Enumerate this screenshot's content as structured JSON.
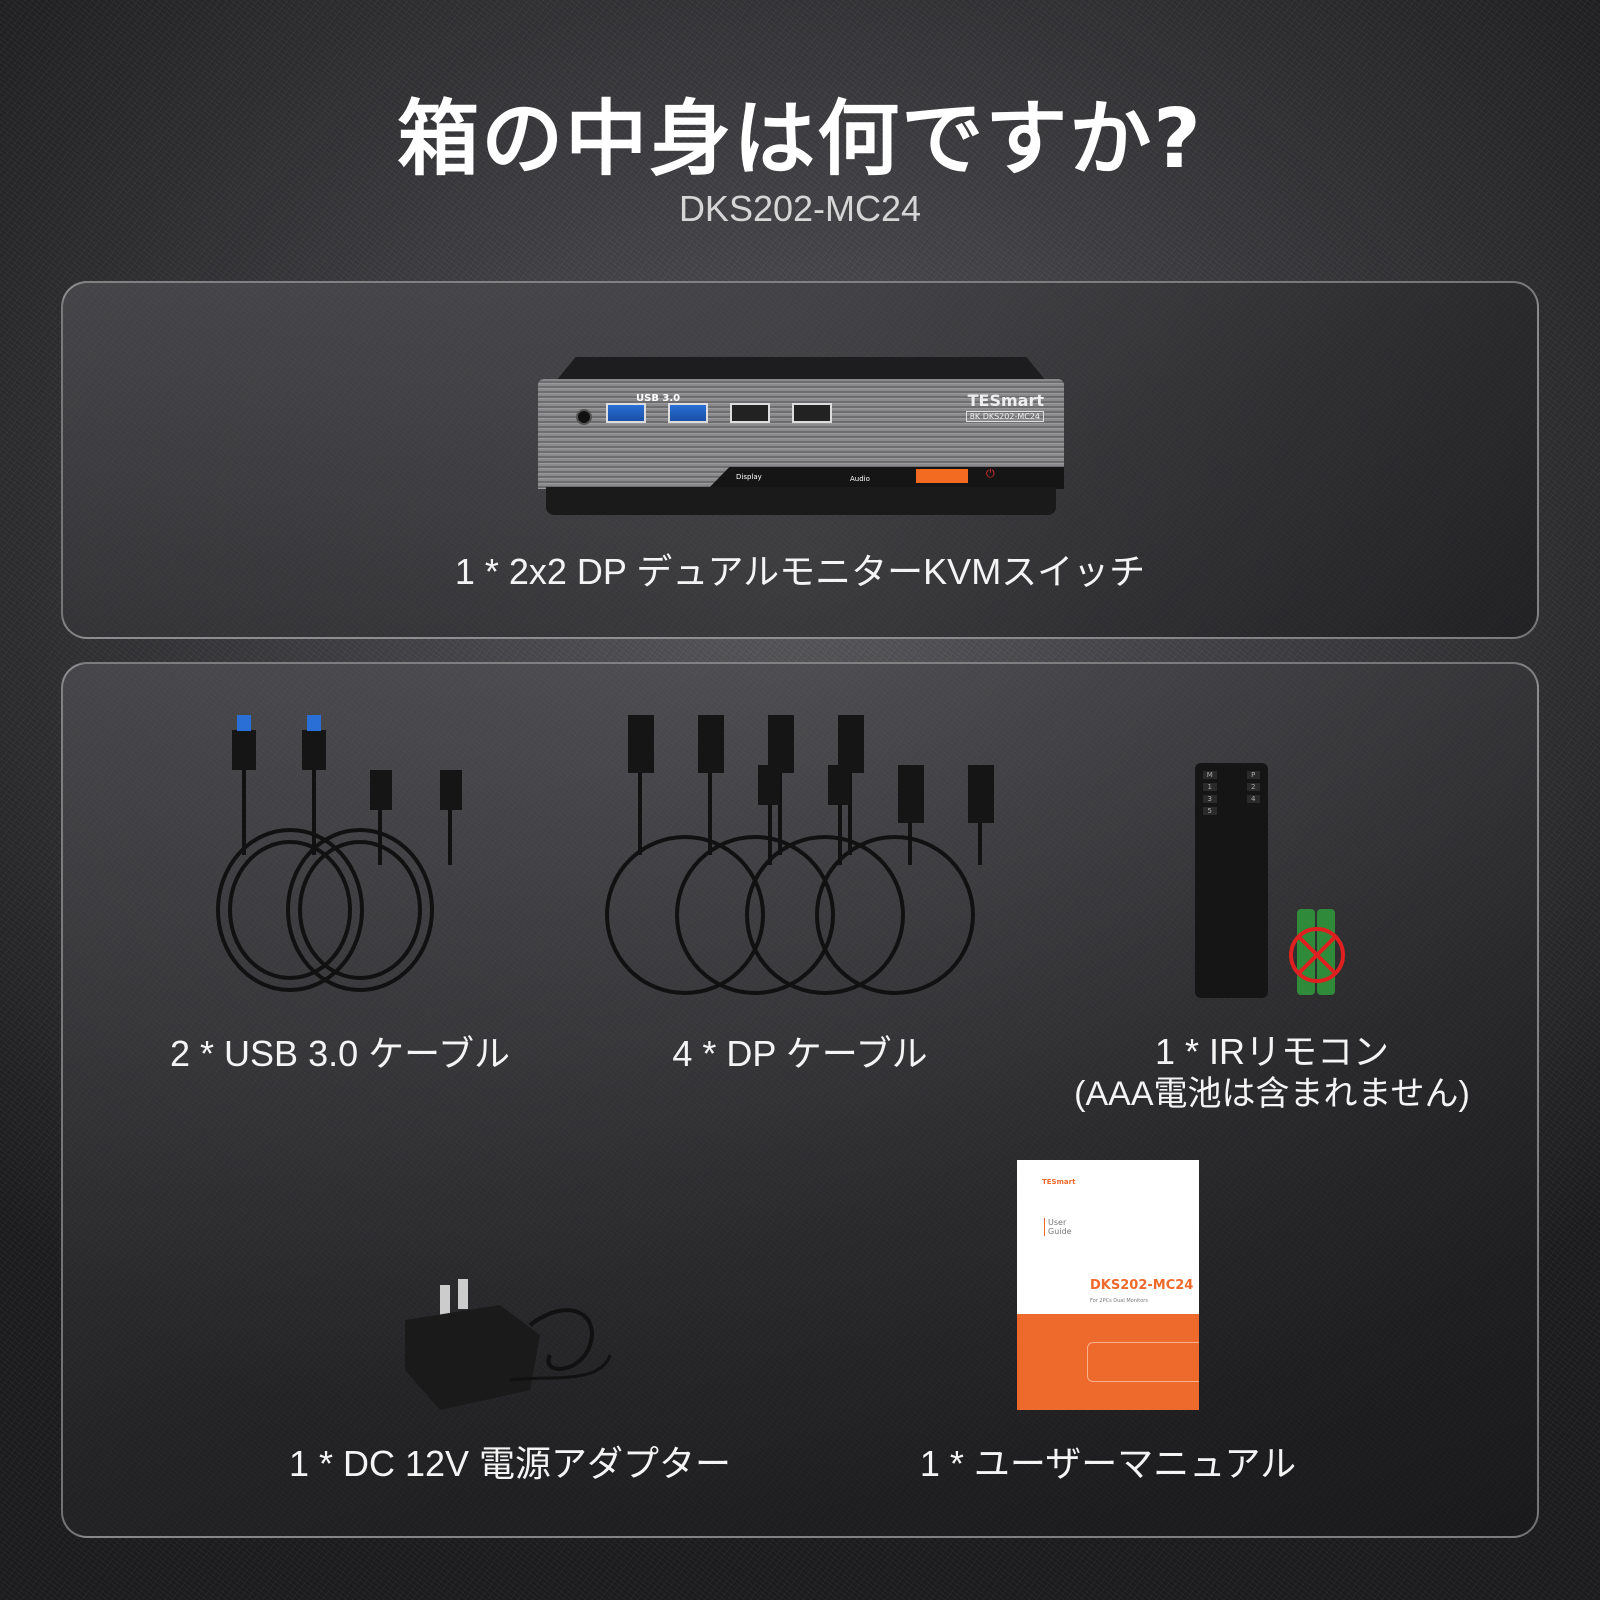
{
  "header": {
    "title": "箱の中身は何ですか?",
    "model": "DKS202-MC24"
  },
  "kvm": {
    "label": "1 * 2x2 DP デュアルモニターKVMスイッチ",
    "front_usb_label": "USB 3.0",
    "brand": "TESmart",
    "badge": "8K",
    "device_model": "DKS202-MC24",
    "display_label": "Display",
    "audio_label": "Audio",
    "accent": "#f26b21"
  },
  "items": [
    {
      "label": "2 * USB 3.0 ケーブル"
    },
    {
      "label": "4 * DP ケーブル"
    },
    {
      "label": "1 * IRリモコン",
      "note": "(AAA電池は含まれません)",
      "remote_keys": [
        "M",
        "P",
        "1",
        "2",
        "3",
        "4",
        "5"
      ]
    },
    {
      "label": "1 * DC 12V 電源アダプター"
    },
    {
      "label": "1 * ユーザーマニュアル"
    }
  ],
  "manual": {
    "brand": "TESmart",
    "title_line1": "User",
    "title_line2": "Guide",
    "model": "DKS202-MC24",
    "subtitle": "For 2PCs Dual Monitors",
    "color": "#ee6a2c"
  }
}
